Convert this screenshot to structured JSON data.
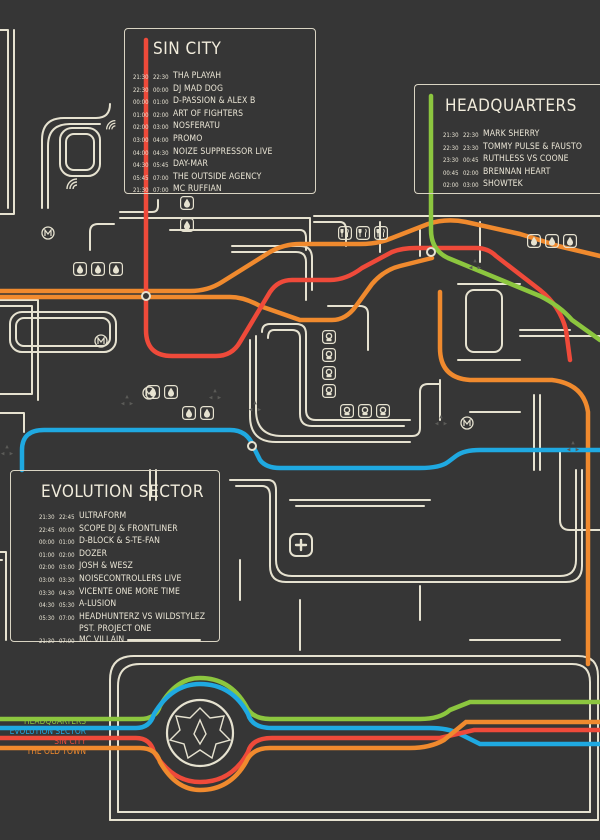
{
  "colors": {
    "background": "#363636",
    "line_cream": "#e6e2d0",
    "headquarters": "#8cc63f",
    "evolution_sector": "#1fa9e1",
    "sin_city": "#ef4a3a",
    "the_old_town": "#f08a2e"
  },
  "stages": [
    {
      "title": "SIN CITY",
      "rows": [
        {
          "start": "21:30",
          "end": "22:30",
          "act": "THA PLAYAH"
        },
        {
          "start": "22:30",
          "end": "00:00",
          "act": "DJ MAD DOG"
        },
        {
          "start": "00:00",
          "end": "01:00",
          "act": "D-PASSION & ALEX B"
        },
        {
          "start": "01:00",
          "end": "02:00",
          "act": "ART OF FIGHTERS"
        },
        {
          "start": "02:00",
          "end": "03:00",
          "act": "NOSFERATU"
        },
        {
          "start": "03:00",
          "end": "04:00",
          "act": "PROMO"
        },
        {
          "start": "04:00",
          "end": "04:30",
          "act": "NOIZE SUPPRESSOR LIVE"
        },
        {
          "start": "04:30",
          "end": "05:45",
          "act": "DAY-MAR"
        },
        {
          "start": "05:45",
          "end": "07:00",
          "act": "THE OUTSIDE AGENCY"
        },
        {
          "start": "21:30",
          "end": "07:00",
          "act": "MC RUFFIAN"
        }
      ]
    },
    {
      "title": "HEADQUARTERS",
      "rows": [
        {
          "start": "21:30",
          "end": "22:30",
          "act": "MARK SHERRY"
        },
        {
          "start": "22:30",
          "end": "23:30",
          "act": "TOMMY PULSE & FAUSTO"
        },
        {
          "start": "23:30",
          "end": "00:45",
          "act": "RUTHLESS VS COONE"
        },
        {
          "start": "00:45",
          "end": "02:00",
          "act": "BRENNAN HEART"
        },
        {
          "start": "02:00",
          "end": "03:00",
          "act": "SHOWTEK"
        }
      ]
    },
    {
      "title": "EVOLUTION SECTOR",
      "rows": [
        {
          "start": "21:30",
          "end": "22:45",
          "act": "ULTRAFORM"
        },
        {
          "start": "22:45",
          "end": "00:00",
          "act": "SCOPE DJ & FRONTLINER"
        },
        {
          "start": "00:00",
          "end": "01:00",
          "act": "D-BLOCK & S-TE-FAN"
        },
        {
          "start": "01:00",
          "end": "02:00",
          "act": "DOZER"
        },
        {
          "start": "02:00",
          "end": "03:00",
          "act": "JOSH & WESZ"
        },
        {
          "start": "03:00",
          "end": "03:30",
          "act": "NOISECONTROLLERS LIVE"
        },
        {
          "start": "03:30",
          "end": "04:30",
          "act": "VICENTE ONE MORE TIME"
        },
        {
          "start": "04:30",
          "end": "05:30",
          "act": "A-LUSION"
        },
        {
          "start": "05:30",
          "end": "07:00",
          "act": "HEADHUNTERZ VS WILDSTYLEZ"
        },
        {
          "start": "",
          "end": "",
          "act": "PST. PROJECT ONE"
        },
        {
          "start": "21:30",
          "end": "07:00",
          "act": "MC VILLAIN"
        }
      ]
    }
  ],
  "legend": [
    {
      "label": "HEADQUARTERS",
      "color": "#8cc63f"
    },
    {
      "label": "EVOLUTION SECTOR",
      "color": "#1fa9e1"
    },
    {
      "label": "SIN CITY",
      "color": "#ef4a3a"
    },
    {
      "label": "THE OLD TOWN",
      "color": "#f08a2e"
    }
  ],
  "icons": [
    "wifi-icon",
    "water-drop-icon",
    "metro-m-icon",
    "cutlery-icon",
    "toilet-icon",
    "first-aid-cross-icon",
    "hardstyle-logo-icon"
  ]
}
